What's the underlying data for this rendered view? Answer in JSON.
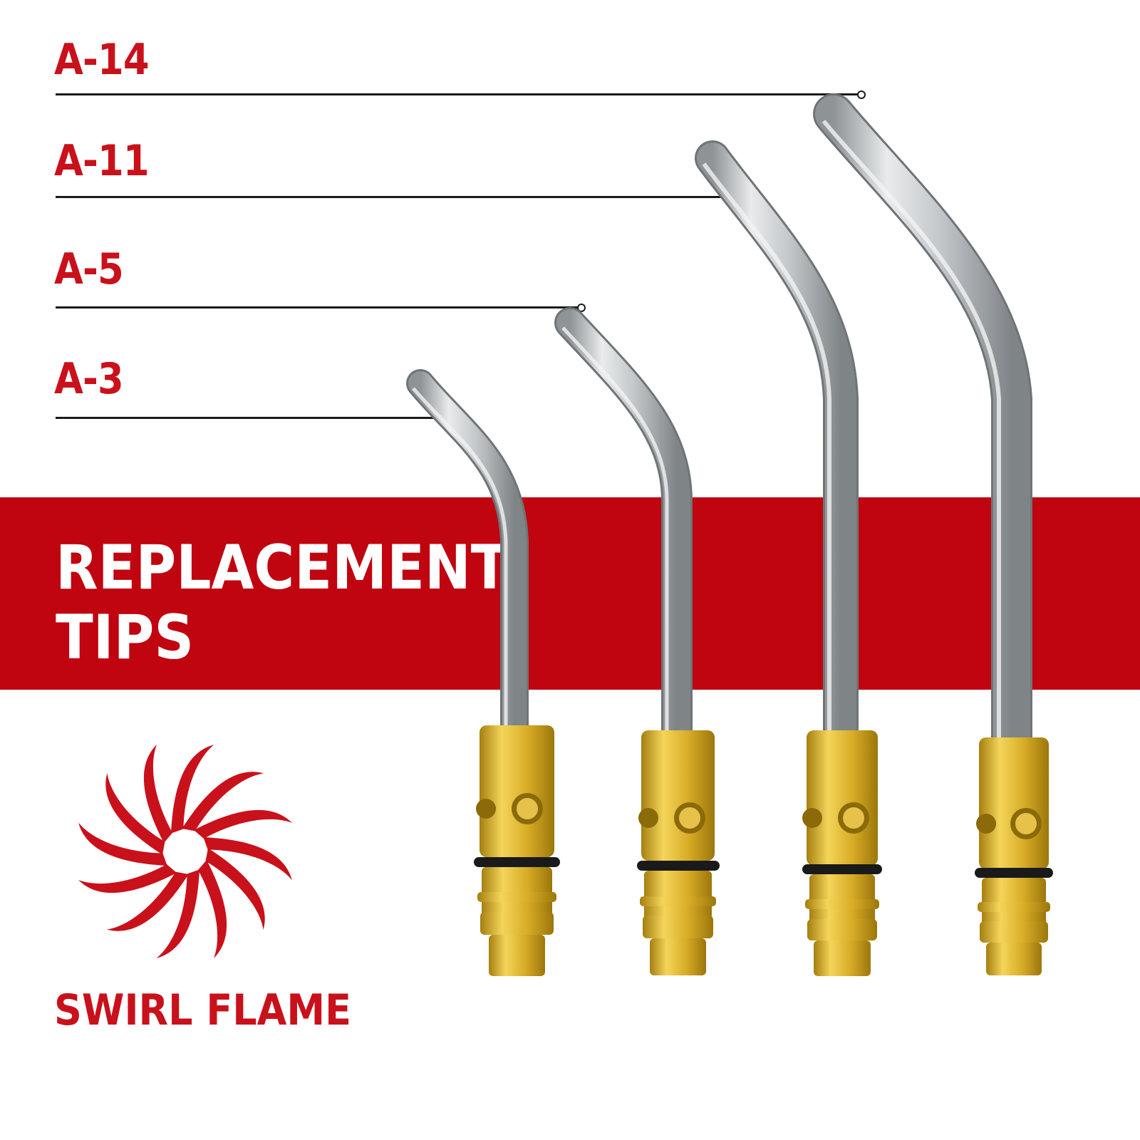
{
  "tip_labels": [
    "A-14",
    "A-11",
    "A-5",
    "A-3"
  ],
  "heading": {
    "line1": "REPLACEMENT",
    "line2": "TIPS"
  },
  "brand": {
    "name": "SWIRL FLAME",
    "icon": "swirl-flame-logo-icon"
  },
  "colors": {
    "brand_red": "#c9111b",
    "band_red": "#c00410",
    "brass": "#d9b52a",
    "steel": "#c9ccce"
  }
}
